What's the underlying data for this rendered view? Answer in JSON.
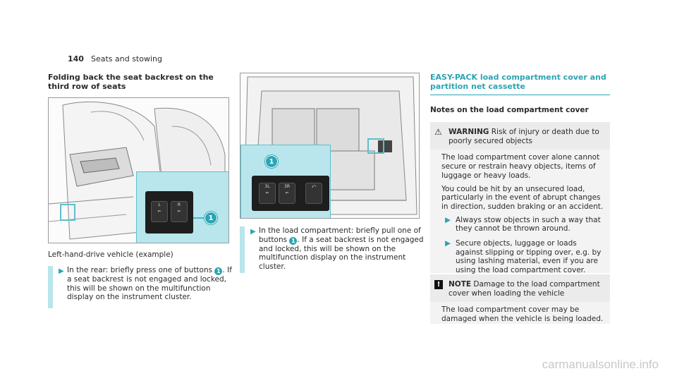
{
  "header": {
    "page_number": "140",
    "section": "Seats and stowing"
  },
  "left": {
    "title": "Folding back the seat backrest on the third row of seats",
    "caption": "Left-hand-drive vehicle (example)",
    "step_text_a": "In the rear: briefly press one of buttons",
    "step_text_b": ". If a seat backrest is not engaged and locked, this will be shown on the multifunction display on the instrument cluster."
  },
  "middle": {
    "step_text_a": "In the load compartment: briefly pull one of buttons",
    "step_text_b": ". If a seat backrest is not engaged and locked, this will be shown on the multifunction display on the instrument cluster."
  },
  "figures": {
    "marker": "1",
    "fig1_switch_l": "L",
    "fig1_switch_r": "R",
    "fig2_switch_l": "3L",
    "fig2_switch_r": "3R"
  },
  "right": {
    "section_title": "EASY-PACK load compartment cover and partition net cassette",
    "subtitle": "Notes on the load compartment cover",
    "warning_label": "WARNING",
    "warning_head": "Risk of injury or death due to poorly secured objects",
    "warning_p1": "The load compartment cover alone cannot secure or restrain heavy objects, items of luggage or heavy loads.",
    "warning_p2": "You could be hit by an unsecured load, particularly in the event of abrupt changes in direction, sudden braking or an accident.",
    "warning_item1": "Always stow objects in such a way that they cannot be thrown around.",
    "warning_item2": "Secure objects, luggage or loads against slipping or tipping over, e.g. by using lashing material, even if you are using the load compartment cover.",
    "note_label": "NOTE",
    "note_head": "Damage to the load compartment cover when loading the vehicle",
    "note_body": "The load compartment cover may be damaged when the vehicle is being loaded."
  },
  "watermark": "carmanualsonline.info",
  "colors": {
    "accent": "#2aa5b4",
    "callout_bg": "#b8e6ec"
  }
}
